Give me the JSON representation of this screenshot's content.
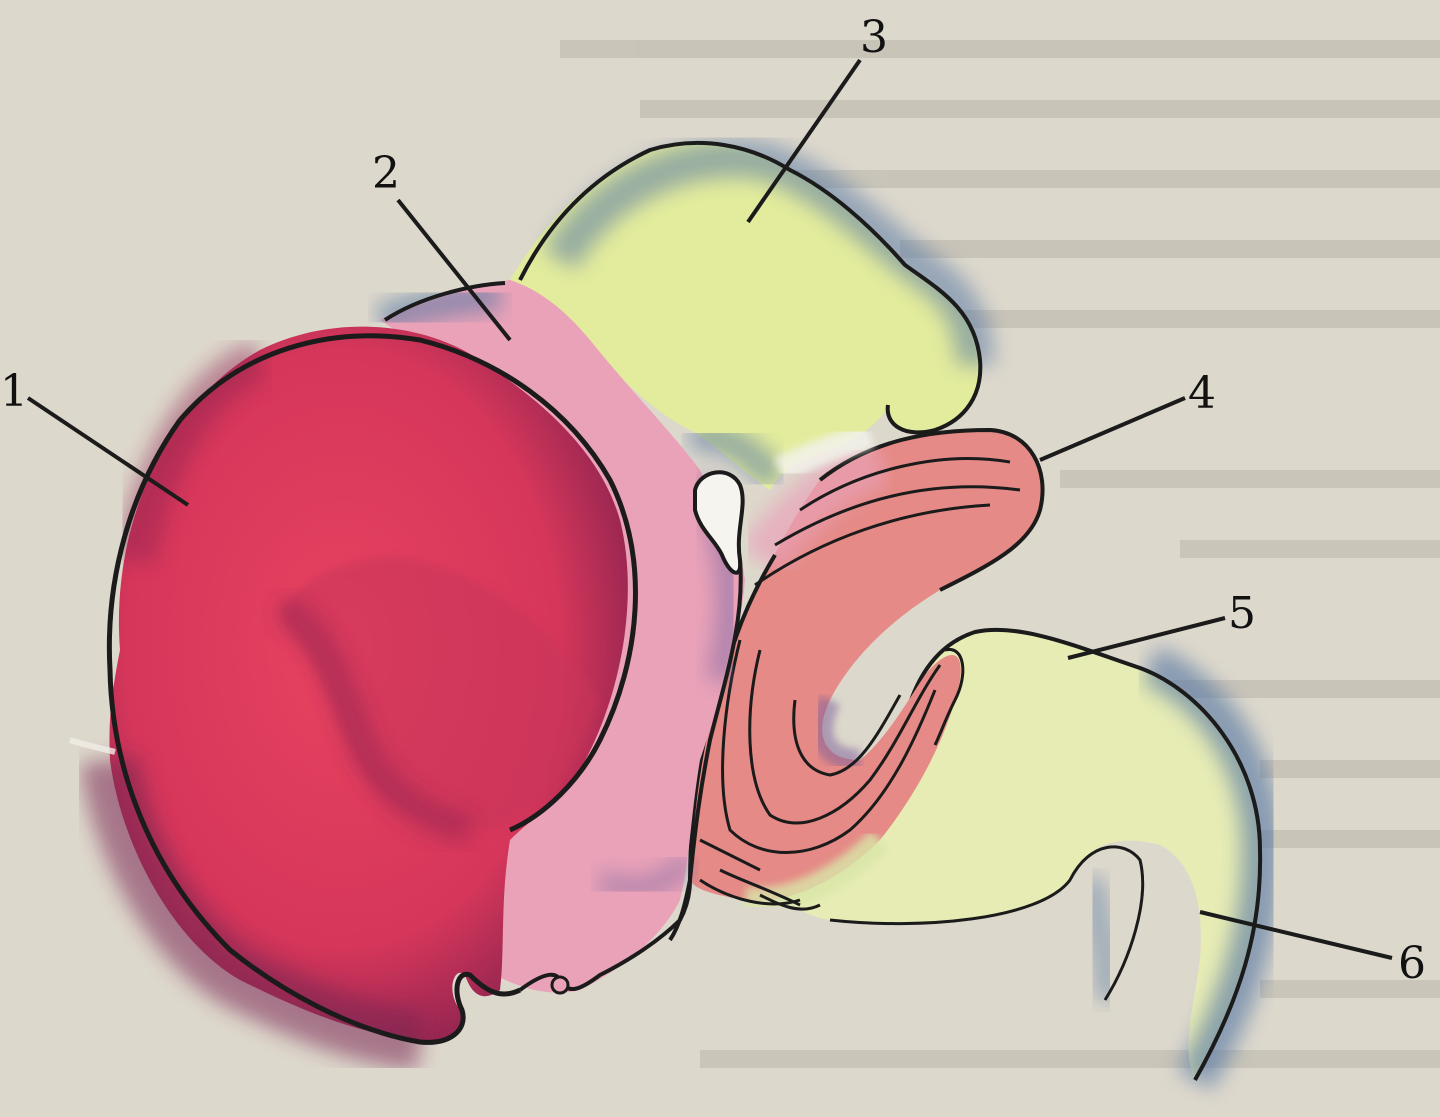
{
  "figure": {
    "labels": [
      {
        "id": "1",
        "text": "1"
      },
      {
        "id": "2",
        "text": "2"
      },
      {
        "id": "3",
        "text": "3"
      },
      {
        "id": "4",
        "text": "4"
      },
      {
        "id": "5",
        "text": "5"
      },
      {
        "id": "6",
        "text": "6"
      }
    ]
  },
  "colors": {
    "paper": "#ddd8cc",
    "forebrain_red": "#d83a55",
    "forebrain_dark": "#a32348",
    "diencephalon_pink": "#e9a2b8",
    "midbrain_yellow": "#e3ec9c",
    "hindbrain_salmon": "#e58a86",
    "medulla_pale_yellow": "#e7ecb4",
    "edge_blue": "#5a7aa4",
    "outline": "#1b1b1b"
  }
}
